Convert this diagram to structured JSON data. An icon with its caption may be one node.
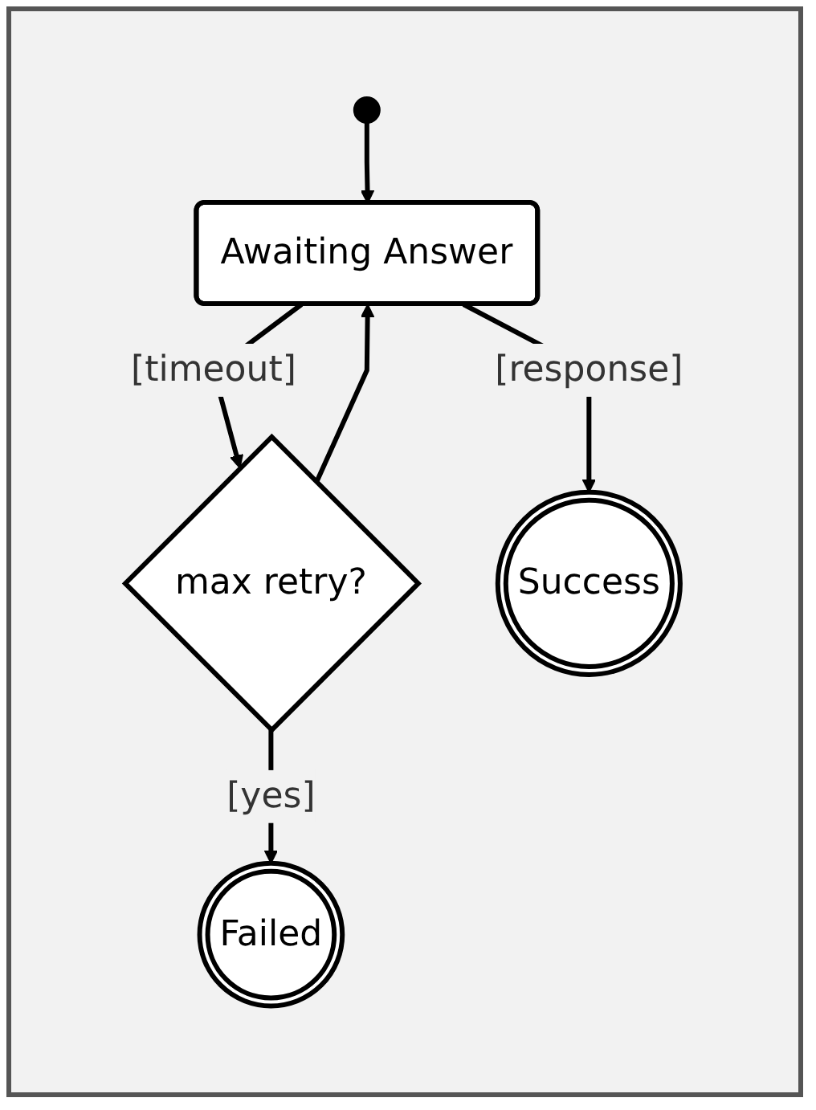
{
  "diagram": {
    "nodes": [
      {
        "text": [],
        "shape": "circle"
      },
      {
        "text": [
          "Awaiting Answer"
        ]
      },
      {
        "text": [
          "max retry?"
        ]
      },
      {
        "text": [
          "Success"
        ]
      },
      {
        "text": [
          "Failed"
        ]
      }
    ],
    "edges": [
      {
        "from": 0,
        "to": 1,
        "arrow": "to"
      },
      {
        "from": 1,
        "to": 2,
        "arrow": "to",
        "label": "[timeout]"
      },
      {
        "from": 2,
        "to": 1,
        "arrow": "to"
      },
      {
        "from": 1,
        "to": 3,
        "arrow": "to",
        "label": "[response]"
      },
      {
        "from": 2,
        "to": 4,
        "arrow": "to",
        "label": "[yes]"
      }
    ]
  }
}
